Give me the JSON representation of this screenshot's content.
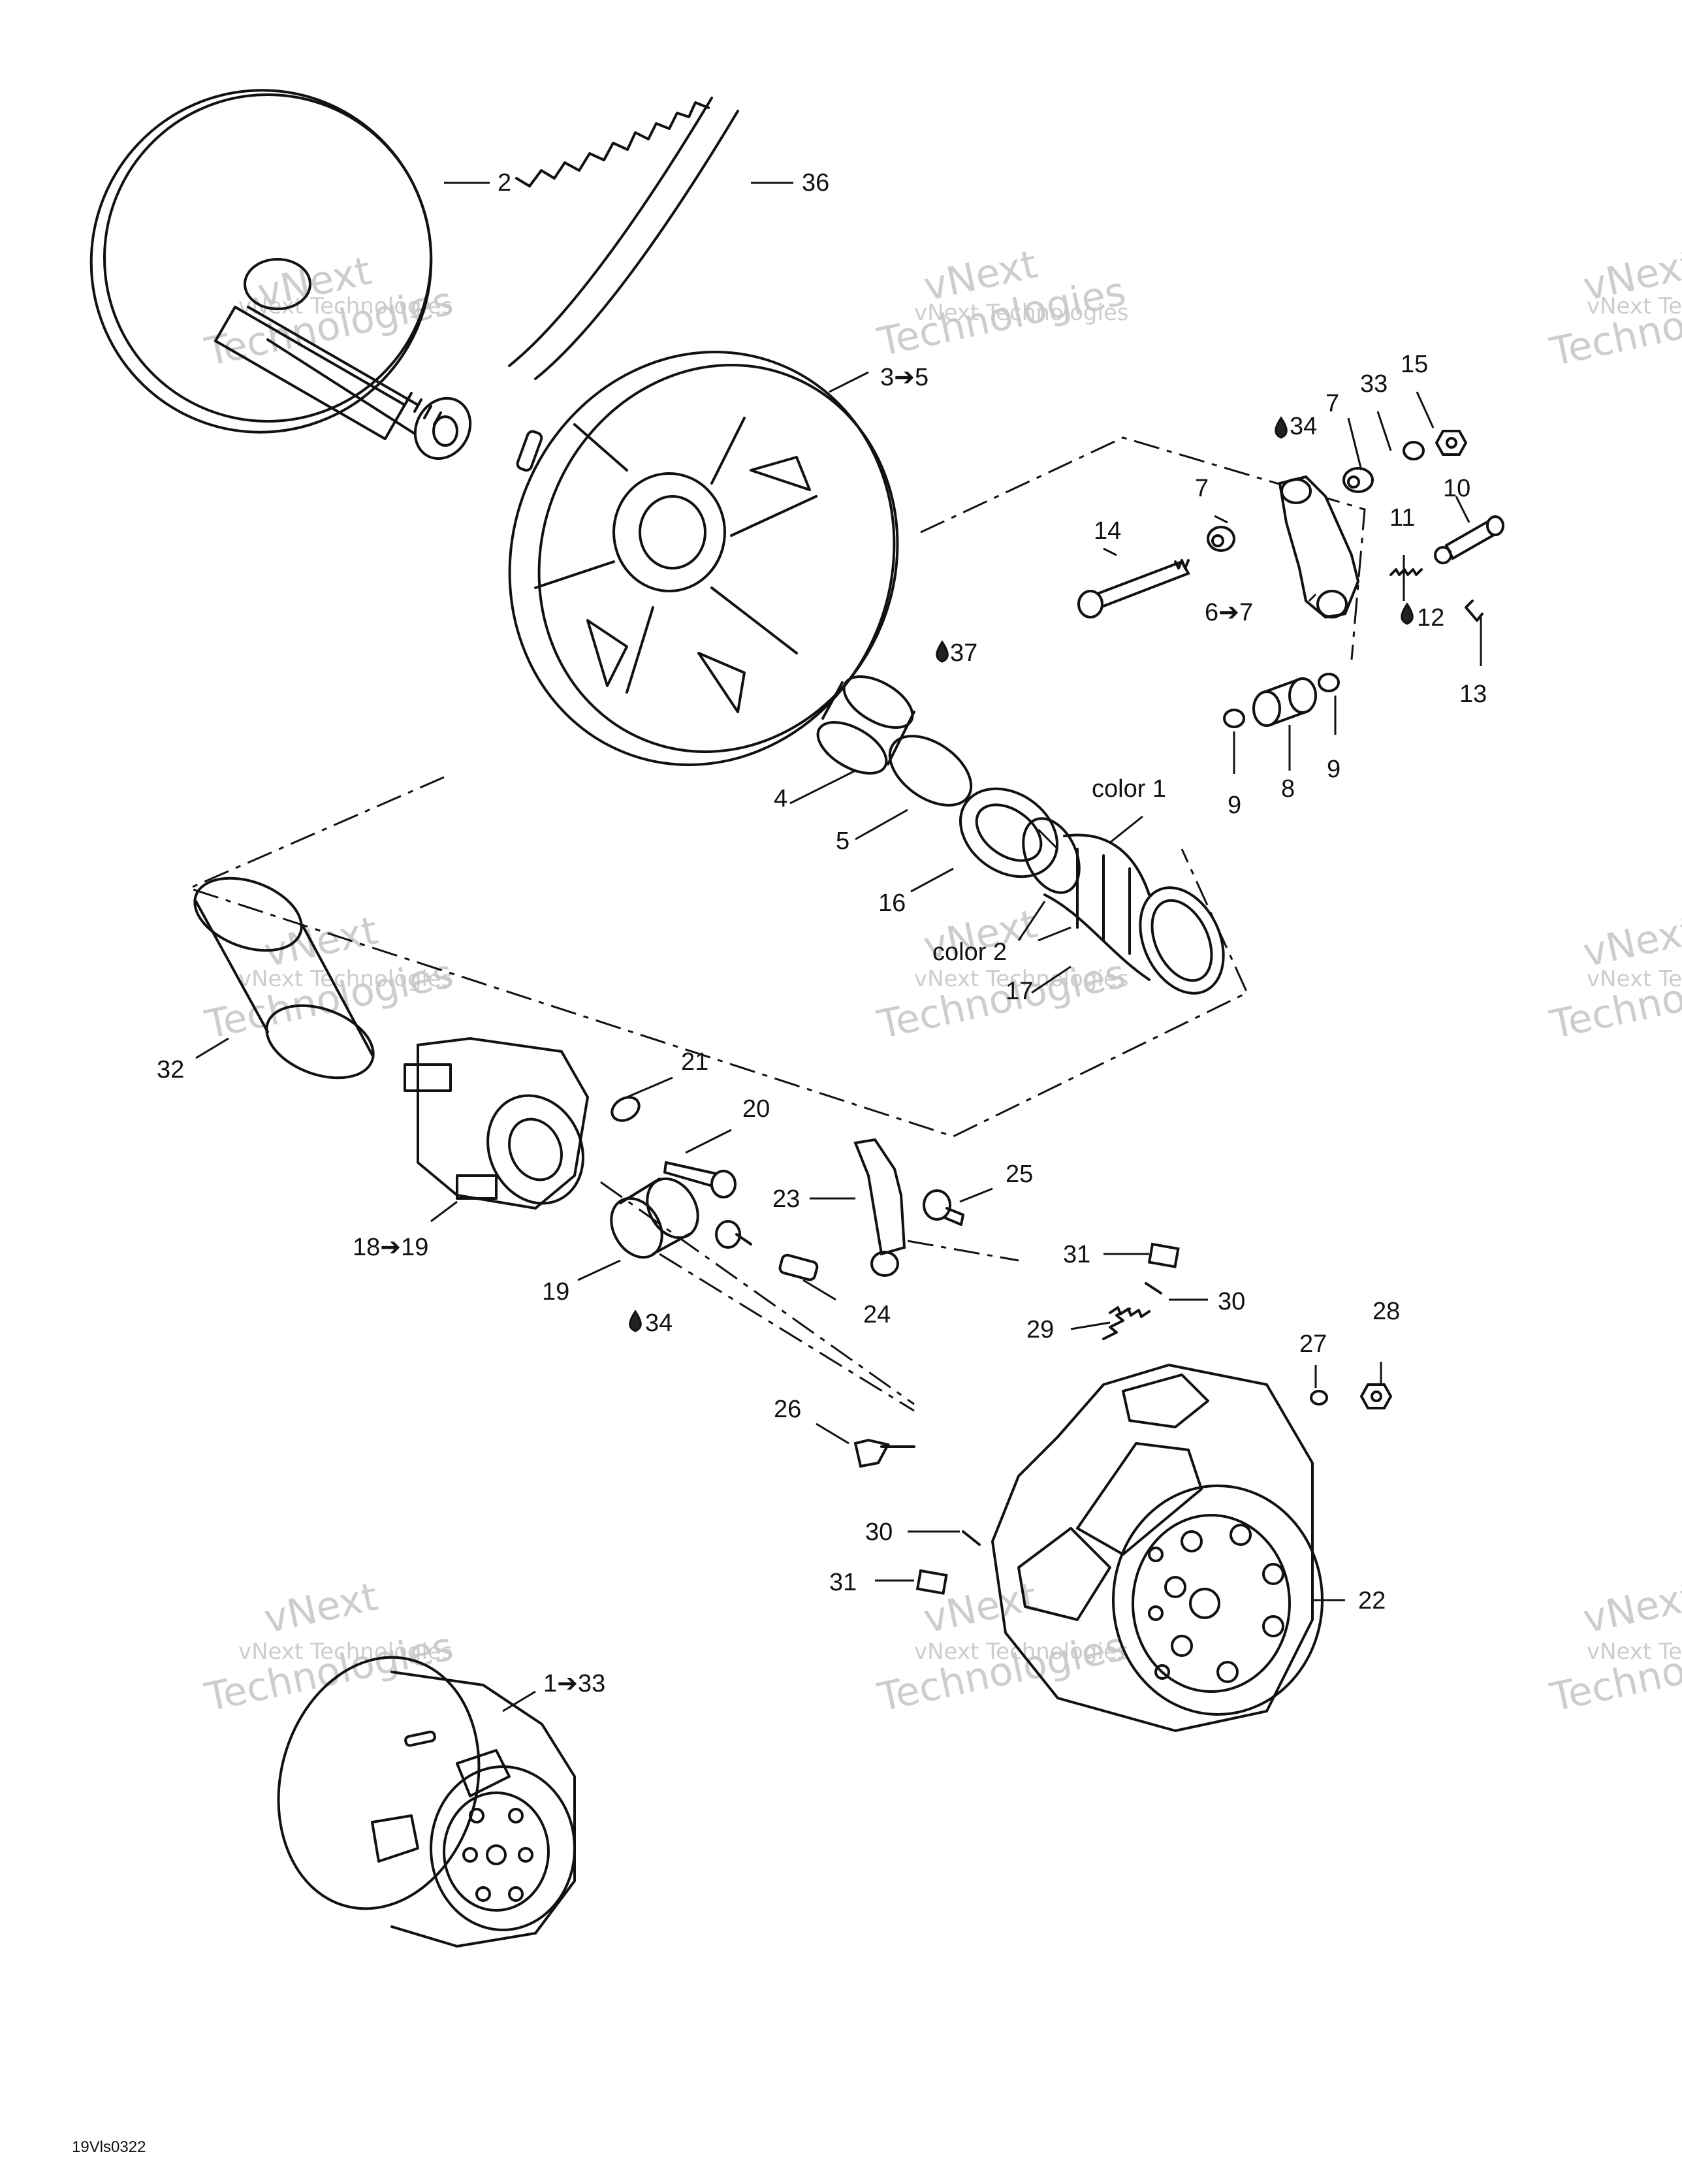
{
  "labels": {
    "l2": "2",
    "l36": "36",
    "l3_5": "3➔5",
    "l15": "15",
    "l33a": "33",
    "l7a": "7",
    "l34a": "34",
    "l7b": "7",
    "l10": "10",
    "l14": "14",
    "l11": "11",
    "l6_7": "6➔7",
    "l12": "12",
    "l13": "13",
    "l37": "37",
    "l9a": "9",
    "l8": "8",
    "l9b": "9",
    "l4": "4",
    "l5": "5",
    "l16": "16",
    "color1": "color 1",
    "color2": "color 2",
    "l17": "17",
    "l32": "32",
    "l21": "21",
    "l20": "20",
    "l25": "25",
    "l23": "23",
    "l18_19": "18➔19",
    "l19": "19",
    "l24": "24",
    "l34b": "34",
    "l31a": "31",
    "l30a": "30",
    "l29": "29",
    "l28": "28",
    "l27": "27",
    "l26": "26",
    "l30b": "30",
    "l31b": "31",
    "l22": "22",
    "l1_33": "1➔33"
  },
  "watermark": {
    "small": "vNext Technologies",
    "big": "Technologies",
    "big_top": "vNext"
  },
  "reference_code": "19Vls0322",
  "icons": [
    "oil-drop-icon"
  ]
}
